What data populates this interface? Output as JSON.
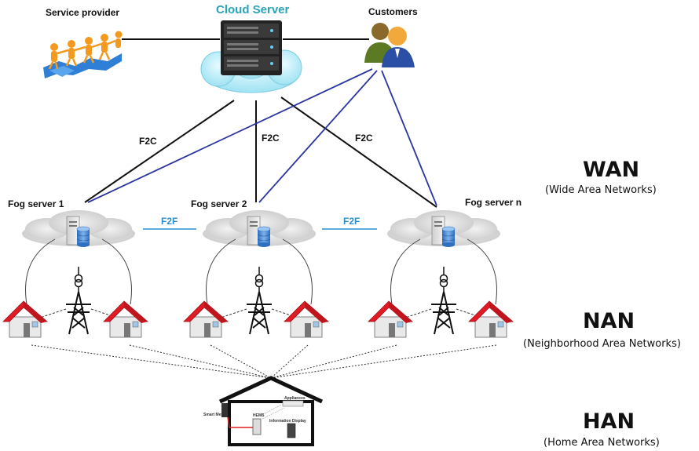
{
  "top": {
    "service_provider": "Service provider",
    "cloud_server": "Cloud Server",
    "customers": "Customers"
  },
  "links": {
    "f2c_left": "F2C",
    "f2c_mid": "F2C",
    "f2c_right": "F2C",
    "f2f_left": "F2F",
    "f2f_right": "F2F"
  },
  "fog": {
    "server1": "Fog server 1",
    "server2": "Fog server 2",
    "servern": "Fog server n"
  },
  "layers": {
    "wan": {
      "title": "WAN",
      "subtitle": "(Wide Area Networks)"
    },
    "nan": {
      "title": "NAN",
      "subtitle": "(Neighborhood Area Networks)"
    },
    "han": {
      "title": "HAN",
      "subtitle": "(Home Area Networks)"
    }
  },
  "home": {
    "smart_meter": "Smart Meter",
    "hems": "HEMS",
    "appliances": "Appliances",
    "info_display": "Information Display"
  },
  "colors": {
    "cloud_link": "#111111",
    "customer_link": "#2b35a0",
    "f2f_link": "#2a8fcf",
    "roof": "#e01b24"
  }
}
